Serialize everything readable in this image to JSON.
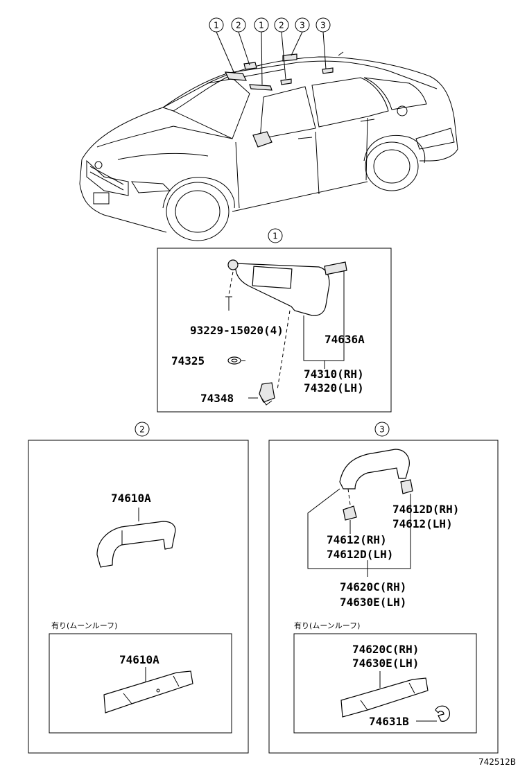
{
  "callouts": {
    "top": [
      "1",
      "2",
      "1",
      "2",
      "3",
      "3"
    ],
    "section1": "1",
    "section2": "2",
    "section3": "3"
  },
  "section1": {
    "screw": "93229-15020(4)",
    "holder": "74636A",
    "visor_rh": "74310(RH)",
    "visor_lh": "74320(LH)",
    "washer": "74325",
    "clip": "74348"
  },
  "section2": {
    "grip": "74610A",
    "note": "有り(ムーンルーフ)",
    "grip_moonroof": "74610A"
  },
  "section3": {
    "cover_a_rh": "74612D(RH)",
    "cover_a_lh": "74612(LH)",
    "cover_b_rh": "74612(RH)",
    "cover_b_lh": "74612D(LH)",
    "grip_rh": "74620C(RH)",
    "grip_lh": "74630E(LH)",
    "note": "有り(ムーンルーフ)",
    "grip_moonroof_rh": "74620C(RH)",
    "grip_moonroof_lh": "74630E(LH)",
    "cap": "74631B"
  },
  "figure_number": "742512B"
}
